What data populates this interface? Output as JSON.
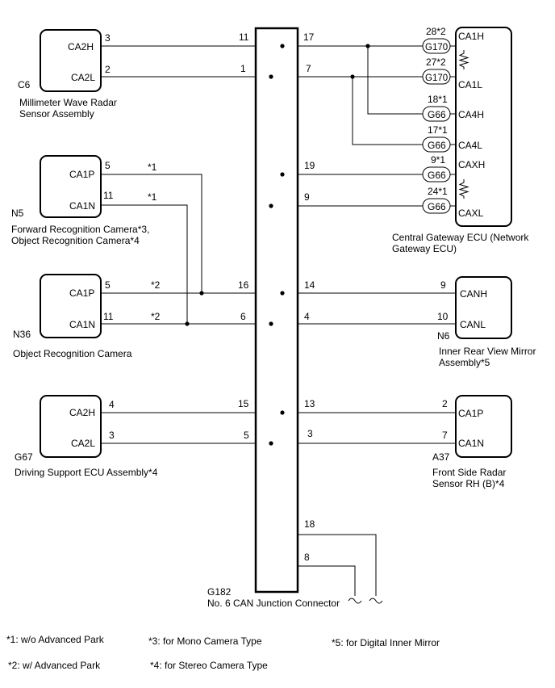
{
  "components": {
    "c6": {
      "code": "C6",
      "name1": "Millimeter Wave Radar",
      "name2": "Sensor Assembly",
      "pin_a": "CA2H",
      "pin_b": "CA2L",
      "num_a": "3",
      "num_b": "2"
    },
    "n5": {
      "code": "N5",
      "name1": "Forward Recognition Camera*3,",
      "name2": "Object Recognition Camera*4",
      "pin_a": "CA1P",
      "pin_b": "CA1N",
      "num_a": "5",
      "num_b": "11",
      "note_a": "*1",
      "note_b": "*1"
    },
    "n36": {
      "code": "N36",
      "name1": "Object Recognition Camera",
      "pin_a": "CA1P",
      "pin_b": "CA1N",
      "num_a": "5",
      "num_b": "11",
      "note_a": "*2",
      "note_b": "*2"
    },
    "g67": {
      "code": "G67",
      "name1": "Driving Support ECU Assembly*4",
      "pin_a": "CA2H",
      "pin_b": "CA2L",
      "num_a": "4",
      "num_b": "3"
    },
    "gateway": {
      "name1": "Central Gateway ECU (Network",
      "name2": "Gateway ECU)",
      "pins": [
        "CA1H",
        "CA1L",
        "CA4H",
        "CA4L",
        "CAXH",
        "CAXL"
      ],
      "nums": [
        "28*2",
        "27*2",
        "18*1",
        "17*1",
        "9*1",
        "24*1"
      ],
      "connectors": [
        "G170",
        "G170",
        "G66",
        "G66",
        "G66",
        "G66"
      ]
    },
    "n6": {
      "code": "N6",
      "name1": "Inner Rear View Mirror",
      "name2": "Assembly*5",
      "pin_a": "CANH",
      "pin_b": "CANL",
      "num_a": "9",
      "num_b": "10"
    },
    "a37": {
      "code": "A37",
      "name1": "Front Side Radar",
      "name2": "Sensor RH (B)*4",
      "pin_a": "CA1P",
      "pin_b": "CA1N",
      "num_a": "2",
      "num_b": "7"
    }
  },
  "junction": {
    "code": "G182",
    "name": "No. 6 CAN Junction Connector",
    "left_pins": [
      "11",
      "1",
      "16",
      "6",
      "15",
      "5"
    ],
    "right_pins": [
      "17",
      "7",
      "19",
      "9",
      "14",
      "4",
      "13",
      "3",
      "18",
      "8"
    ]
  },
  "legend": {
    "n1": "*1: w/o Advanced Park",
    "n2": "*2: w/ Advanced Park",
    "n3": "*3: for Mono Camera Type",
    "n4": "*4: for Stereo Camera Type",
    "n5": "*5: for Digital Inner Mirror"
  }
}
